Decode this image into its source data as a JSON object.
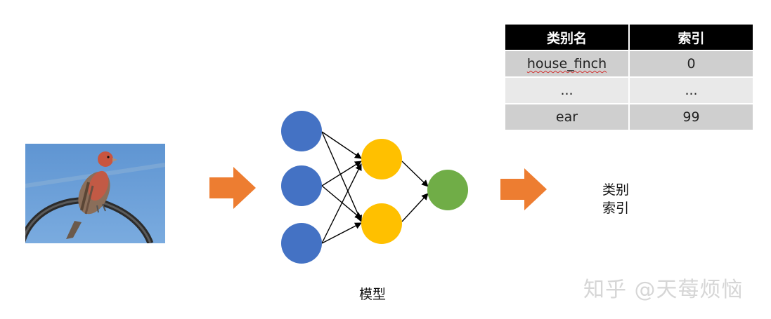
{
  "table": {
    "headers": [
      "类别名",
      "索引"
    ],
    "rows": [
      [
        "house_finch",
        "0"
      ],
      [
        "...",
        "..."
      ],
      [
        "ear",
        "99"
      ]
    ]
  },
  "labels": {
    "model": "模型",
    "output_line1": "类别",
    "output_line2": "索引"
  },
  "watermark": "知乎 @天莓烦恼",
  "colors": {
    "arrow": "#ED7D31",
    "input_node": "#4472C4",
    "hidden_node": "#FFC000",
    "output_node": "#70AD47",
    "header_bg": "#000000",
    "row_dark": "#CFCFCF",
    "row_light": "#E9E9E9"
  },
  "image": {
    "subject": "bird-photo"
  }
}
